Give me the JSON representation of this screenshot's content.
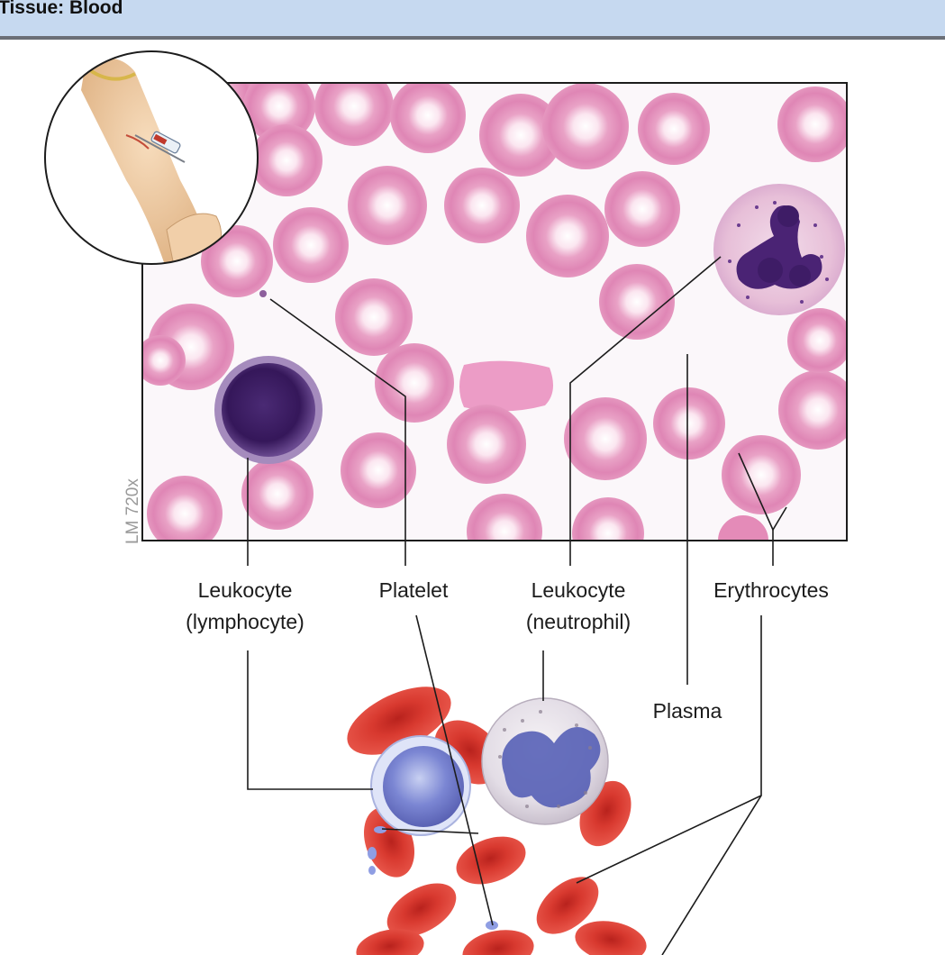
{
  "header": {
    "title": "Tissue: Blood"
  },
  "micrograph": {
    "magnification": "LM 720x"
  },
  "labels": {
    "leukocyte_lymphocyte_line1": "Leukocyte",
    "leukocyte_lymphocyte_line2": "(lymphocyte)",
    "platelet": "Platelet",
    "leukocyte_neutrophil_line1": "Leukocyte",
    "leukocyte_neutrophil_line2": "(neutrophil)",
    "erythrocytes": "Erythrocytes",
    "plasma": "Plasma"
  },
  "colors": {
    "header_bg": "#c6d9f0",
    "header_rule": "#6b6f77",
    "rbc_micrograph": "#e38fb9",
    "rbc_illustration": "#d9362e",
    "lymphocyte_nucleus": "#3b1a5e",
    "neutrophil_nucleus": "#4a2374",
    "leader_line": "#1c1c1c"
  }
}
